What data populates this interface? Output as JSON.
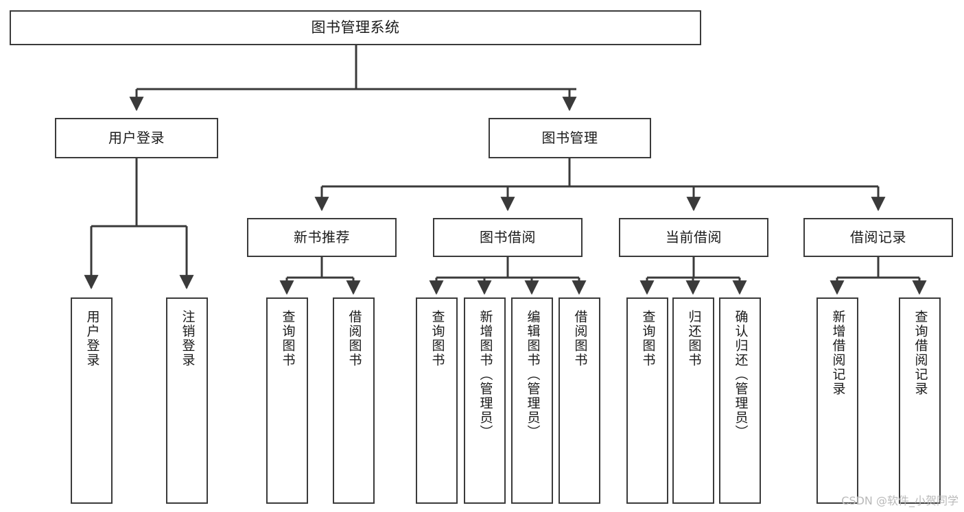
{
  "diagram": {
    "type": "tree",
    "title": "图书管理系统",
    "root": {
      "id": "root",
      "label": "图书管理系统"
    },
    "level2": [
      {
        "id": "user-login",
        "label": "用户登录"
      },
      {
        "id": "book-manage",
        "label": "图书管理"
      }
    ],
    "level3": [
      {
        "id": "new-book-recommend",
        "label": "新书推荐",
        "parent": "book-manage"
      },
      {
        "id": "book-borrow",
        "label": "图书借阅",
        "parent": "book-manage"
      },
      {
        "id": "current-borrow",
        "label": "当前借阅",
        "parent": "book-manage"
      },
      {
        "id": "borrow-record",
        "label": "借阅记录",
        "parent": "book-manage"
      }
    ],
    "leaves": {
      "user_login": [
        {
          "id": "leaf-user-login",
          "label": "用户登录"
        },
        {
          "id": "leaf-logout-login",
          "label": "注销登录"
        }
      ],
      "new_book_recommend": [
        {
          "id": "leaf-query-book-1",
          "label": "查询图书"
        },
        {
          "id": "leaf-borrow-book-1",
          "label": "借阅图书"
        }
      ],
      "book_borrow": [
        {
          "id": "leaf-query-book-2",
          "label": "查询图书"
        },
        {
          "id": "leaf-add-book",
          "label": "新增图书（管理员）"
        },
        {
          "id": "leaf-edit-book",
          "label": "编辑图书（管理员）"
        },
        {
          "id": "leaf-borrow-book-2",
          "label": "借阅图书"
        }
      ],
      "current_borrow": [
        {
          "id": "leaf-query-book-3",
          "label": "查询图书"
        },
        {
          "id": "leaf-return-book",
          "label": "归还图书"
        },
        {
          "id": "leaf-confirm-return",
          "label": "确认归还（管理员）"
        }
      ],
      "borrow_record": [
        {
          "id": "leaf-add-record",
          "label": "新增借阅记录"
        },
        {
          "id": "leaf-query-record",
          "label": "查询借阅记录"
        }
      ]
    },
    "colors": {
      "box_border": "#3a3a3a",
      "box_fill": "#ffffff",
      "connector": "#3a3a3a",
      "text": "#1a1a1a",
      "watermark": "#b9b9b9"
    }
  },
  "watermark": {
    "text": "CSDN @软件_小贺同学"
  }
}
